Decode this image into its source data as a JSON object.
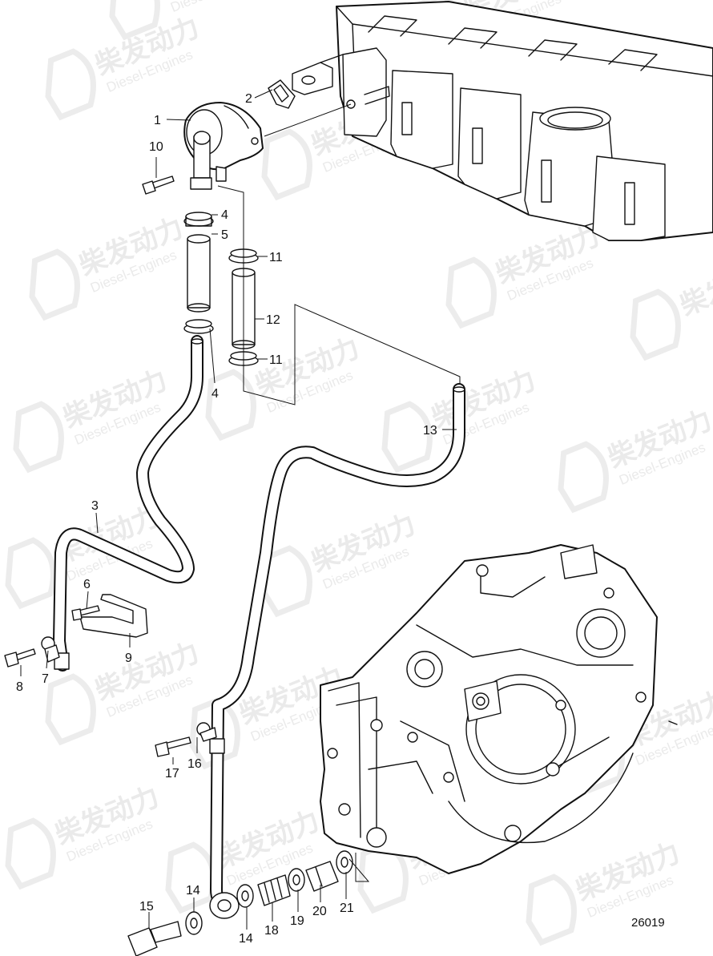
{
  "watermark": {
    "brand": "柴发动力",
    "sub": "Diesel-Engines"
  },
  "reference_number": "26019",
  "callouts": {
    "c1": "1",
    "c2": "2",
    "c3": "3",
    "c4a": "4",
    "c4b": "4",
    "c5": "5",
    "c6": "6",
    "c7": "7",
    "c8": "8",
    "c9": "9",
    "c10": "10",
    "c11a": "11",
    "c11b": "11",
    "c12": "12",
    "c13": "13",
    "c14a": "14",
    "c14b": "14",
    "c15": "15",
    "c16": "16",
    "c17": "17",
    "c18": "18",
    "c19": "19",
    "c20": "20",
    "c21": "21"
  }
}
